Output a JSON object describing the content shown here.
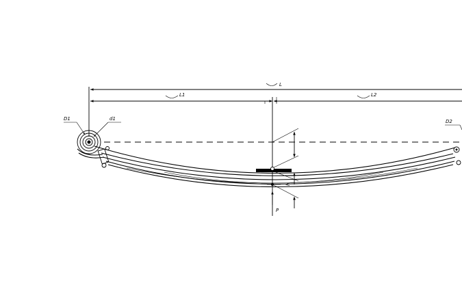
{
  "labels": {
    "overall_length": "L",
    "front_length": "L1",
    "rear_length": "L2",
    "front_eye_outer": "D1",
    "front_eye_inner": "d1",
    "rear_eye": "D2",
    "load": "P"
  },
  "colors": {
    "line": "#000000",
    "background": "#ffffff"
  }
}
